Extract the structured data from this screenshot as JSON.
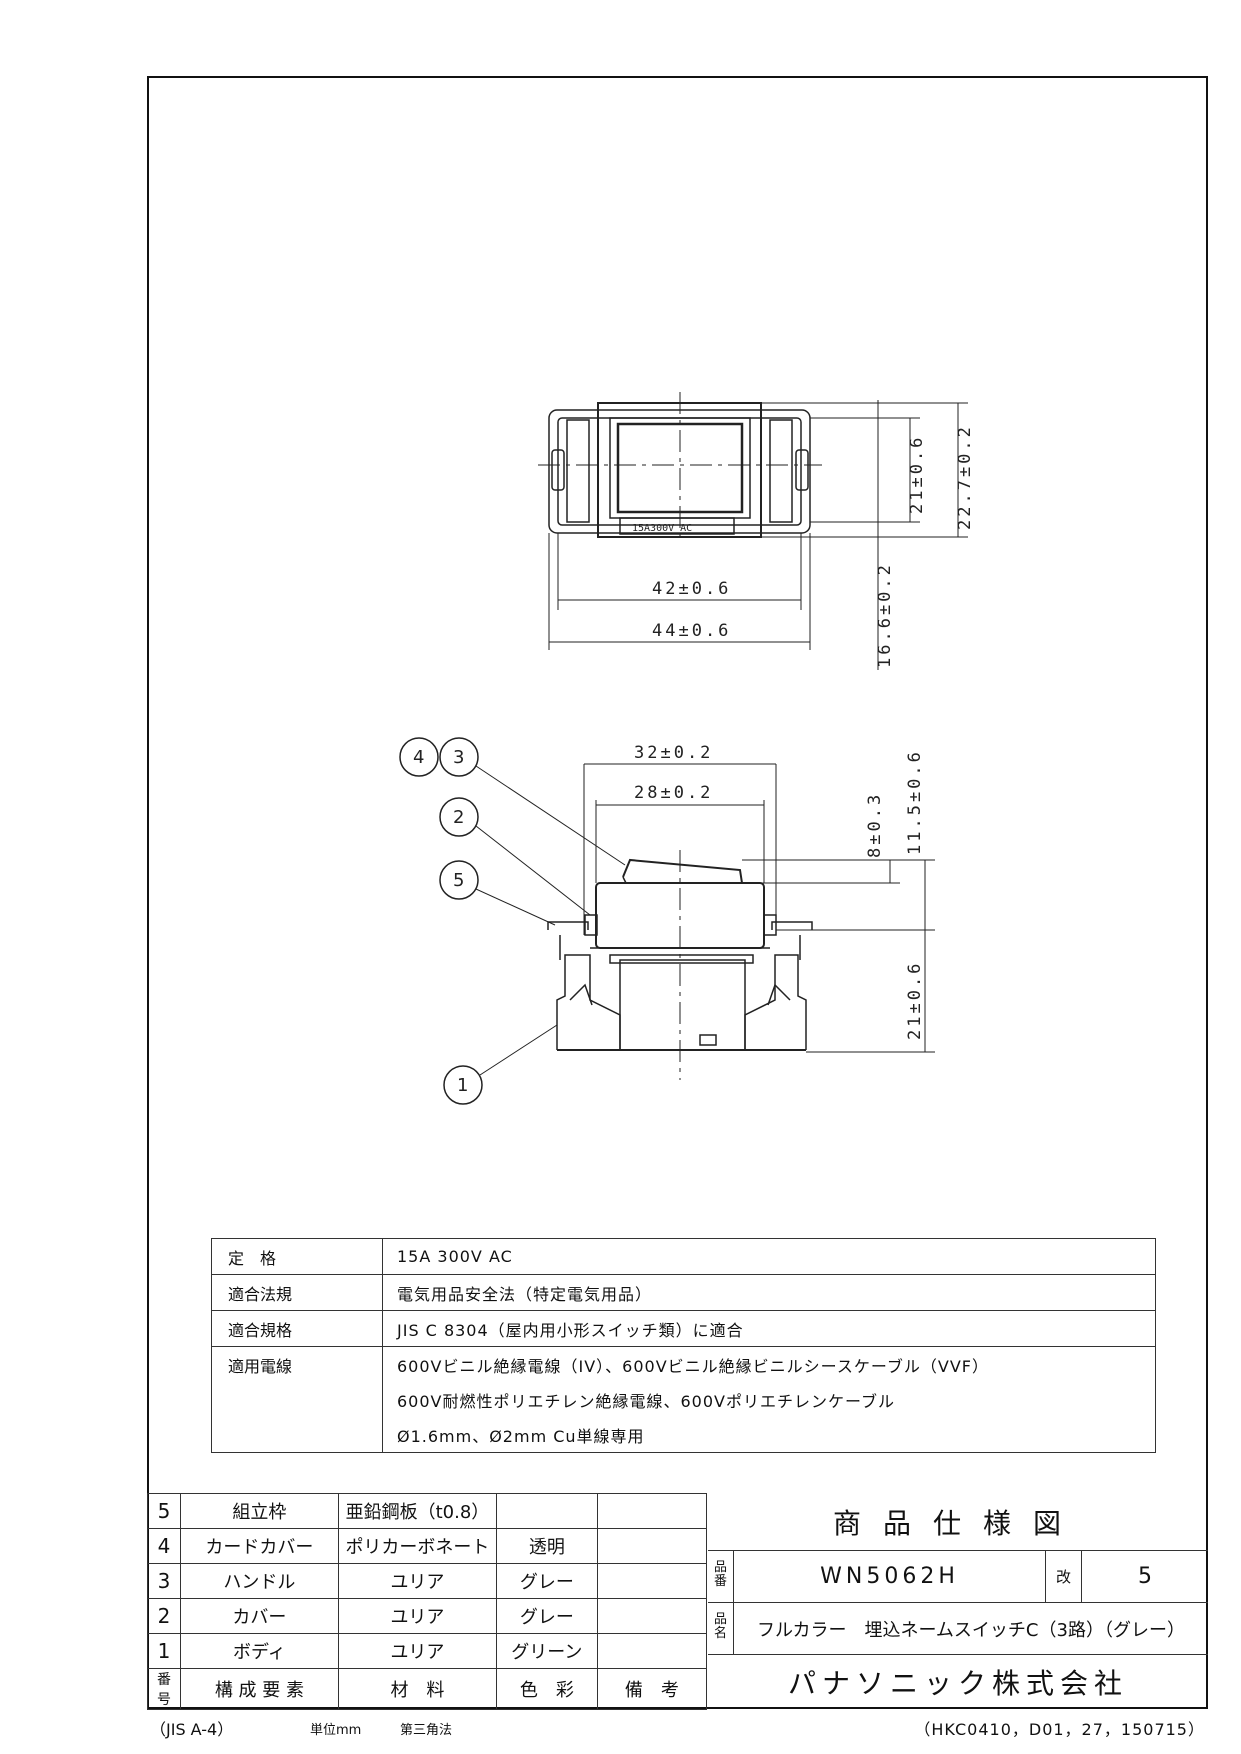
{
  "drawing": {
    "top_view": {
      "nameplate_rating": "15A300V AC",
      "dims": {
        "w_inner": "42±0.6",
        "w_outer": "44±0.6",
        "h_inner": "21±0.6",
        "h_outer": "22.7±0.2",
        "depth": "16.6±0.2"
      }
    },
    "side_view": {
      "dims": {
        "w_top": "32±0.2",
        "w_inner": "28±0.2",
        "handle_h": "8±0.3",
        "upper_h": "11.5±0.6",
        "lower_h": "21±0.6"
      },
      "balloons": [
        "4",
        "3",
        "2",
        "5",
        "1"
      ]
    }
  },
  "spec_table": {
    "rating_label": "定　格",
    "rating_value": "15A 300V AC",
    "law_label": "適合法規",
    "law_value": "電気用品安全法（特定電気用品）",
    "standard_label": "適合規格",
    "standard_value": "JIS C 8304（屋内用小形スイッチ類）に適合",
    "wire_label": "適用電線",
    "wire_value_1": "600Vビニル絶縁電線（IV）、600Vビニル絶縁ビニルシースケーブル（VVF）",
    "wire_value_2": "600V耐燃性ポリエチレン絶縁電線、600Vポリエチレンケーブル",
    "wire_value_3": "Ø1.6mm、Ø2mm Cu単線専用"
  },
  "bom": {
    "rows": [
      {
        "no": "5",
        "part": "組立枠",
        "material": "亜鉛鋼板（t0.8）",
        "color": "",
        "note": ""
      },
      {
        "no": "4",
        "part": "カードカバー",
        "material": "ポリカーボネート",
        "color": "透明",
        "note": ""
      },
      {
        "no": "3",
        "part": "ハンドル",
        "material": "ユリア",
        "color": "グレー",
        "note": ""
      },
      {
        "no": "2",
        "part": "カバー",
        "material": "ユリア",
        "color": "グレー",
        "note": ""
      },
      {
        "no": "1",
        "part": "ボディ",
        "material": "ユリア",
        "color": "グリーン",
        "note": ""
      }
    ],
    "header": {
      "no": "番号",
      "part": "構 成 要 素",
      "material": "材　料",
      "color": "色　彩",
      "note": "備　考"
    }
  },
  "title_block": {
    "title": "商品仕様図",
    "part_no_label": "品番",
    "part_no": "WN5062H",
    "rev_label": "改",
    "rev": "5",
    "name_label": "品名",
    "name": "フルカラー　埋込ネームスイッチC（3路）（グレー）",
    "company": "パナソニック株式会社"
  },
  "footer": {
    "paper": "（JIS A-4）",
    "unit": "単位mm",
    "projection": "第三角法",
    "doc_code": "（HKC0410，D01，27，150715）"
  }
}
